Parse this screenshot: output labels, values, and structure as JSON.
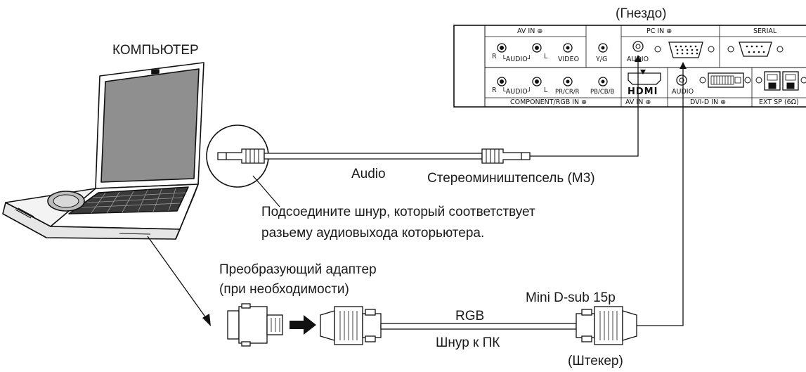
{
  "labels": {
    "socket": "(Гнездо)",
    "computer": "КОМПЬЮТЕР",
    "audio": "Audio",
    "stereo_plug": "Стереомиништепсель (M3)",
    "connect_note_line1": "Подсоедините шнур, который соответствует",
    "connect_note_line2": "разьему аудиовыхода которьютера.",
    "adapter_line1": "Преобразующий адаптер",
    "adapter_line2": "(при необходимости)",
    "mini_dsub": "Mini D-sub 15p",
    "rgb": "RGB",
    "pc_cable": "Шнур к ПК",
    "plug": "(Штекер)"
  },
  "panel": {
    "av_in_top": "AV IN ⊕",
    "pc_in": "PC IN ⊕",
    "serial": "SERIAL",
    "audio_r": "R",
    "audio_top": "└AUDIO┘",
    "audio_l": "L",
    "video": "VIDEO",
    "y_g": "Y/G",
    "audio_pc": "AUDIO",
    "audio_r2": "R",
    "audio_bottom": "└AUDIO┘",
    "audio_l2": "L",
    "pr_cr_r": "PR/CR/R",
    "pb_cb_b": "PB/CB/B",
    "hdmi": "HDMI",
    "audio_dvi": "AUDIO",
    "component_rgb_in": "COMPONENT/RGB  IN ⊕",
    "av_in_bottom": "AV IN ⊕",
    "dvi_d_in": "DVI-D IN ⊕",
    "ext_sp": "EXT SP (6Ω)"
  }
}
